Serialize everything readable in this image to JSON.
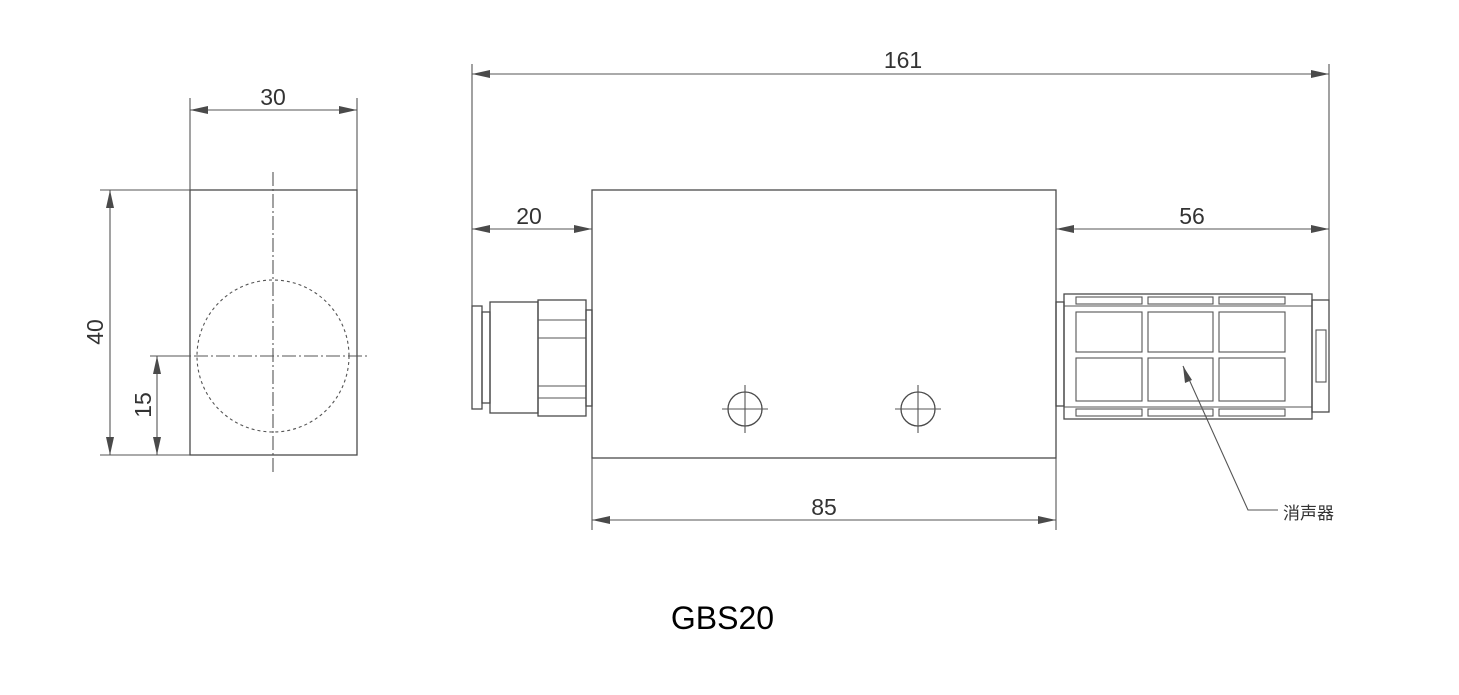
{
  "drawing": {
    "model": "GBS20",
    "silencer_label": "消声器",
    "side_view": {
      "width_dim": "30",
      "height_dim": "40",
      "port_height_dim": "15"
    },
    "front_view": {
      "overall_length_dim": "161",
      "fitting_length_dim": "20",
      "silencer_length_dim": "56",
      "body_length_dim": "85"
    }
  }
}
